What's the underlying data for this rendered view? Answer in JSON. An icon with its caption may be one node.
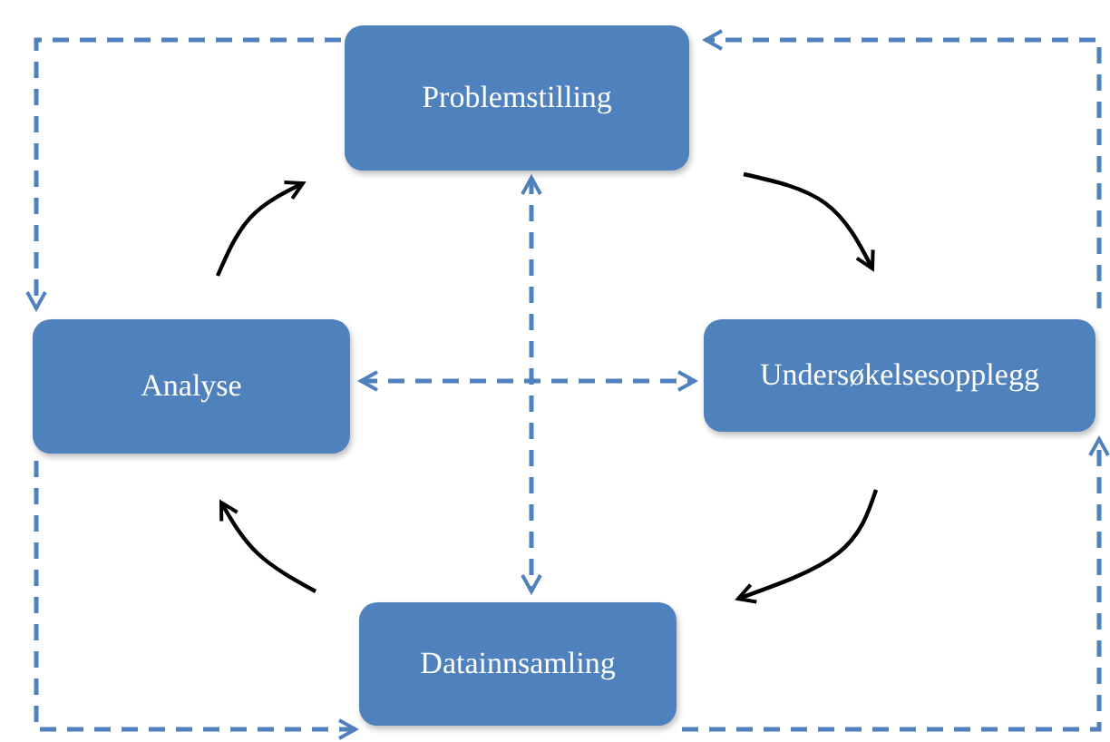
{
  "diagram": {
    "nodes": [
      {
        "text": [
          "Problemstilling"
        ]
      },
      {
        "text": [
          "Undersøkelsesopplegg"
        ]
      },
      {
        "text": [
          "Datainnsamling"
        ]
      },
      {
        "text": [
          "Analyse"
        ]
      }
    ],
    "edges": [
      {
        "from": 0,
        "to": 1,
        "arrow": "to",
        "color": "#000000"
      },
      {
        "from": 1,
        "to": 2,
        "arrow": "to",
        "color": "#000000"
      },
      {
        "from": 2,
        "to": 3,
        "arrow": "to",
        "color": "#000000"
      },
      {
        "from": 3,
        "to": 0,
        "arrow": "to",
        "color": "#000000"
      },
      {
        "from": 0,
        "to": 2,
        "arrow": "both",
        "style": "dashed"
      },
      {
        "from": 3,
        "to": 1,
        "arrow": "both",
        "style": "dashed"
      },
      {
        "from": 0,
        "to": 3,
        "arrow": "to",
        "style": "dashed"
      },
      {
        "from": 1,
        "to": 0,
        "arrow": "to",
        "style": "dashed"
      },
      {
        "from": 2,
        "to": 1,
        "arrow": "to",
        "style": "dashed"
      },
      {
        "from": 3,
        "to": 2,
        "arrow": "to",
        "style": "dashed"
      }
    ]
  }
}
